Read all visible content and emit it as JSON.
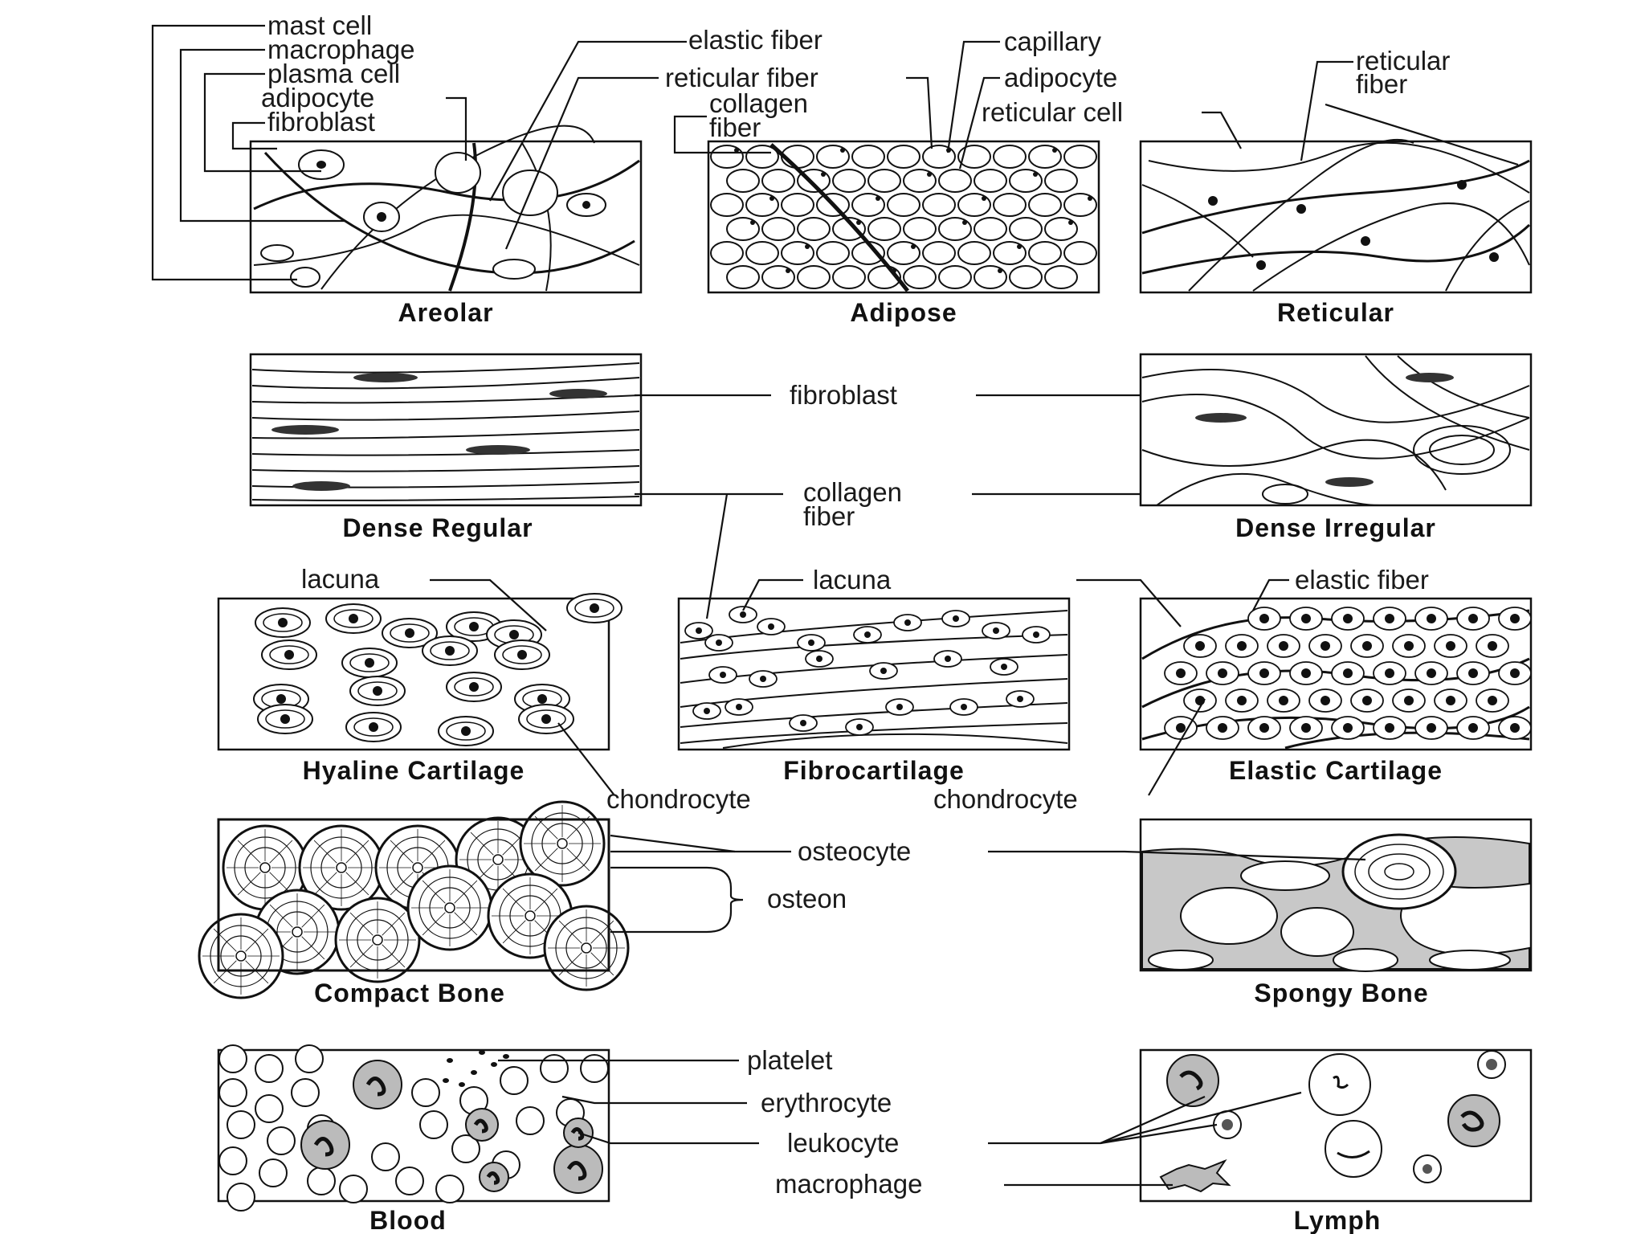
{
  "panels": {
    "areolar": "Areolar",
    "adipose": "Adipose",
    "reticular": "Reticular",
    "dense_regular": "Dense Regular",
    "dense_irregular": "Dense Irregular",
    "hyaline": "Hyaline Cartilage",
    "fibrocartilage": "Fibrocartilage",
    "elastic_cartilage": "Elastic Cartilage",
    "compact_bone": "Compact Bone",
    "spongy_bone": "Spongy Bone",
    "blood": "Blood",
    "lymph": "Lymph"
  },
  "labels": {
    "mast_cell": "mast cell",
    "macrophage": "macrophage",
    "plasma_cell": "plasma cell",
    "adipocyte": "adipocyte",
    "fibroblast": "fibroblast",
    "elastic_fiber": "elastic fiber",
    "reticular_fiber": "reticular fiber",
    "collagen": "collagen",
    "fiber": "fiber",
    "capillary": "capillary",
    "adipocyte2": "adipocyte",
    "reticular_cell": "reticular cell",
    "reticular_fiber2_l1": "reticular",
    "reticular_fiber2_l2": "fiber",
    "fibroblast_mid": "fibroblast",
    "collagen_mid": "collagen",
    "fiber_mid": "fiber",
    "lacuna_1": "lacuna",
    "lacuna_2": "lacuna",
    "elastic_fiber_2": "elastic fiber",
    "chondrocyte_1": "chondrocyte",
    "chondrocyte_2": "chondrocyte",
    "osteocyte": "osteocyte",
    "osteon": "osteon",
    "platelet": "platelet",
    "erythrocyte": "erythrocyte",
    "leukocyte": "leukocyte",
    "macrophage_2": "macrophage"
  }
}
